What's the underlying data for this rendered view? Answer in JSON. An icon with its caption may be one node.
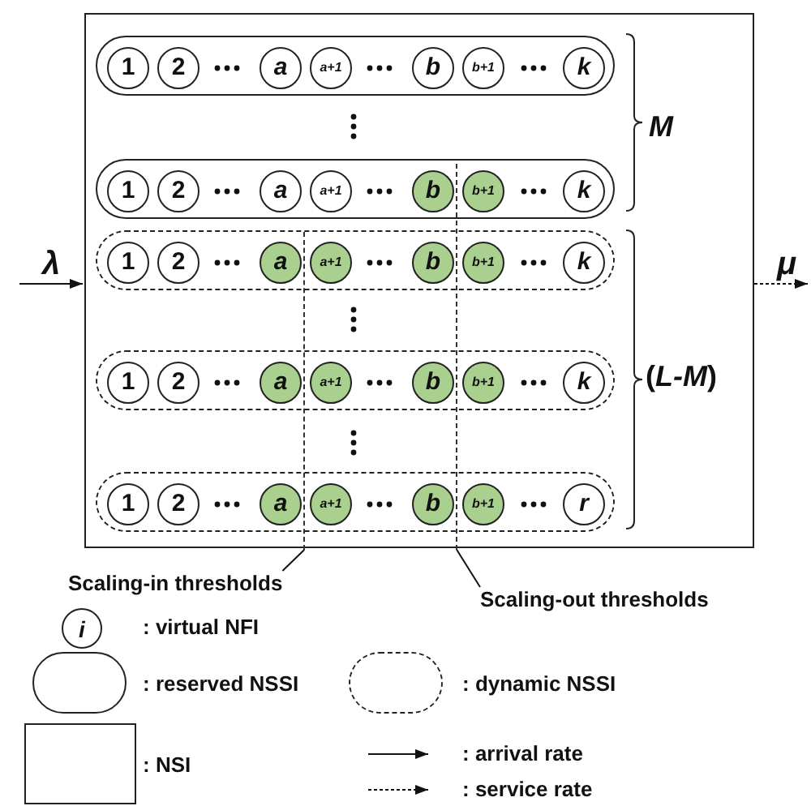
{
  "diagram": {
    "nodes": [
      {
        "text": [],
        "shape": "box"
      },
      {
        "text": [],
        "shape": "box",
        "in": 0
      },
      {
        "text": [
          "1"
        ],
        "in": 1
      },
      {
        "text": [
          "2"
        ],
        "in": 1
      },
      {
        "text": [
          "a"
        ],
        "in": 1
      },
      {
        "text": [
          "a+1"
        ],
        "in": 1
      },
      {
        "text": [
          "b"
        ],
        "in": 1
      },
      {
        "text": [
          "b+1"
        ],
        "in": 1
      },
      {
        "text": [
          "k"
        ],
        "in": 1
      },
      {
        "text": [],
        "shape": "box",
        "in": 0
      },
      {
        "text": [
          "1"
        ],
        "in": 9
      },
      {
        "text": [
          "2"
        ],
        "in": 9
      },
      {
        "text": [
          "a"
        ],
        "in": 9
      },
      {
        "text": [
          "a+1"
        ],
        "in": 9
      },
      {
        "text": [
          "b"
        ],
        "in": 9
      },
      {
        "text": [
          "b+1"
        ],
        "in": 9
      },
      {
        "text": [
          "k"
        ],
        "in": 9
      },
      {
        "text": [],
        "shape": "box",
        "in": 0
      },
      {
        "text": [
          "1"
        ],
        "in": 17
      },
      {
        "text": [
          "2"
        ],
        "in": 17
      },
      {
        "text": [
          "a"
        ],
        "in": 17
      },
      {
        "text": [
          "a+1"
        ],
        "in": 17
      },
      {
        "text": [
          "b"
        ],
        "in": 17
      },
      {
        "text": [
          "b+1"
        ],
        "in": 17
      },
      {
        "text": [
          "k"
        ],
        "in": 17
      },
      {
        "text": [],
        "shape": "box",
        "in": 0
      },
      {
        "text": [
          "1"
        ],
        "in": 25
      },
      {
        "text": [
          "2"
        ],
        "in": 25
      },
      {
        "text": [
          "a"
        ],
        "in": 25
      },
      {
        "text": [
          "a+1"
        ],
        "in": 25
      },
      {
        "text": [
          "b"
        ],
        "in": 25
      },
      {
        "text": [
          "b+1"
        ],
        "in": 25
      },
      {
        "text": [
          "k"
        ],
        "in": 25
      },
      {
        "text": [],
        "shape": "box",
        "in": 0
      },
      {
        "text": [
          "1"
        ],
        "in": 33
      },
      {
        "text": [
          "2"
        ],
        "in": 33
      },
      {
        "text": [
          "a"
        ],
        "in": 33
      },
      {
        "text": [
          "a+1"
        ],
        "in": 33
      },
      {
        "text": [
          "b"
        ],
        "in": 33
      },
      {
        "text": [
          "b+1"
        ],
        "in": 33
      },
      {
        "text": [
          "r"
        ],
        "in": 33
      },
      {
        "text": [
          "Scaling-in thresholds"
        ]
      },
      {
        "text": [
          "Scaling-out thresholds"
        ]
      },
      {
        "text": [],
        "shape": "line",
        "in": 0
      },
      {
        "text": [],
        "shape": "line",
        "in": 0
      }
    ],
    "edges": [
      {
        "from": null,
        "to": 0,
        "arrow": "to",
        "label": "λ"
      },
      {
        "from": 0,
        "to": null,
        "arrow": "to",
        "label": "μ",
        "style": "dashed"
      },
      {
        "from": 41,
        "to": 43,
        "arrow": "none"
      },
      {
        "from": 42,
        "to": 44,
        "arrow": "none"
      }
    ],
    "labels": [
      "M",
      "(*L-M*)",
      "i"
    ],
    "legend": [
      {
        "text": ": virtual NFI"
      },
      {
        "text": ": reserved NSSI"
      },
      {
        "text": ": dynamic NSSI"
      },
      {
        "text": ": NSI"
      },
      {
        "text": ": arrival rate"
      },
      {
        "text": ": service rate"
      }
    ]
  }
}
